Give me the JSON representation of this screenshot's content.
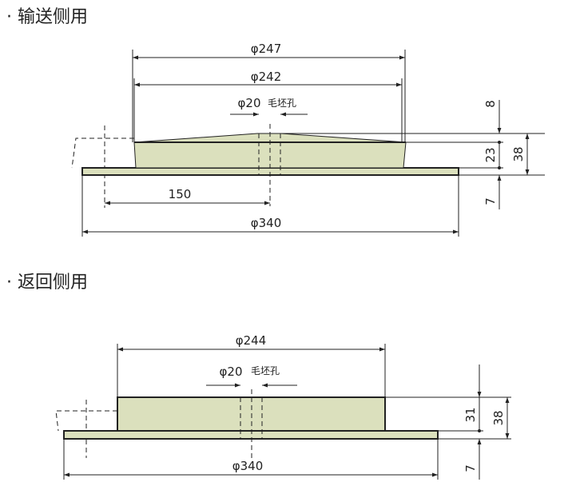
{
  "sections": [
    {
      "heading": "· 输送侧用",
      "dims": {
        "outer_top": "φ247",
        "top": "φ242",
        "hole": "φ20",
        "hole_note": "毛坯孔",
        "offset": "150",
        "base": "φ340",
        "crown": "8",
        "body": "23",
        "total": "38",
        "plate": "7"
      }
    },
    {
      "heading": "· 返回侧用",
      "dims": {
        "top": "φ244",
        "hole": "φ20",
        "hole_note": "毛坯孔",
        "base": "φ340",
        "body": "31",
        "total": "38",
        "plate": "7"
      }
    }
  ],
  "colors": {
    "part_fill": "#dbe0bd",
    "line": "#222222"
  }
}
